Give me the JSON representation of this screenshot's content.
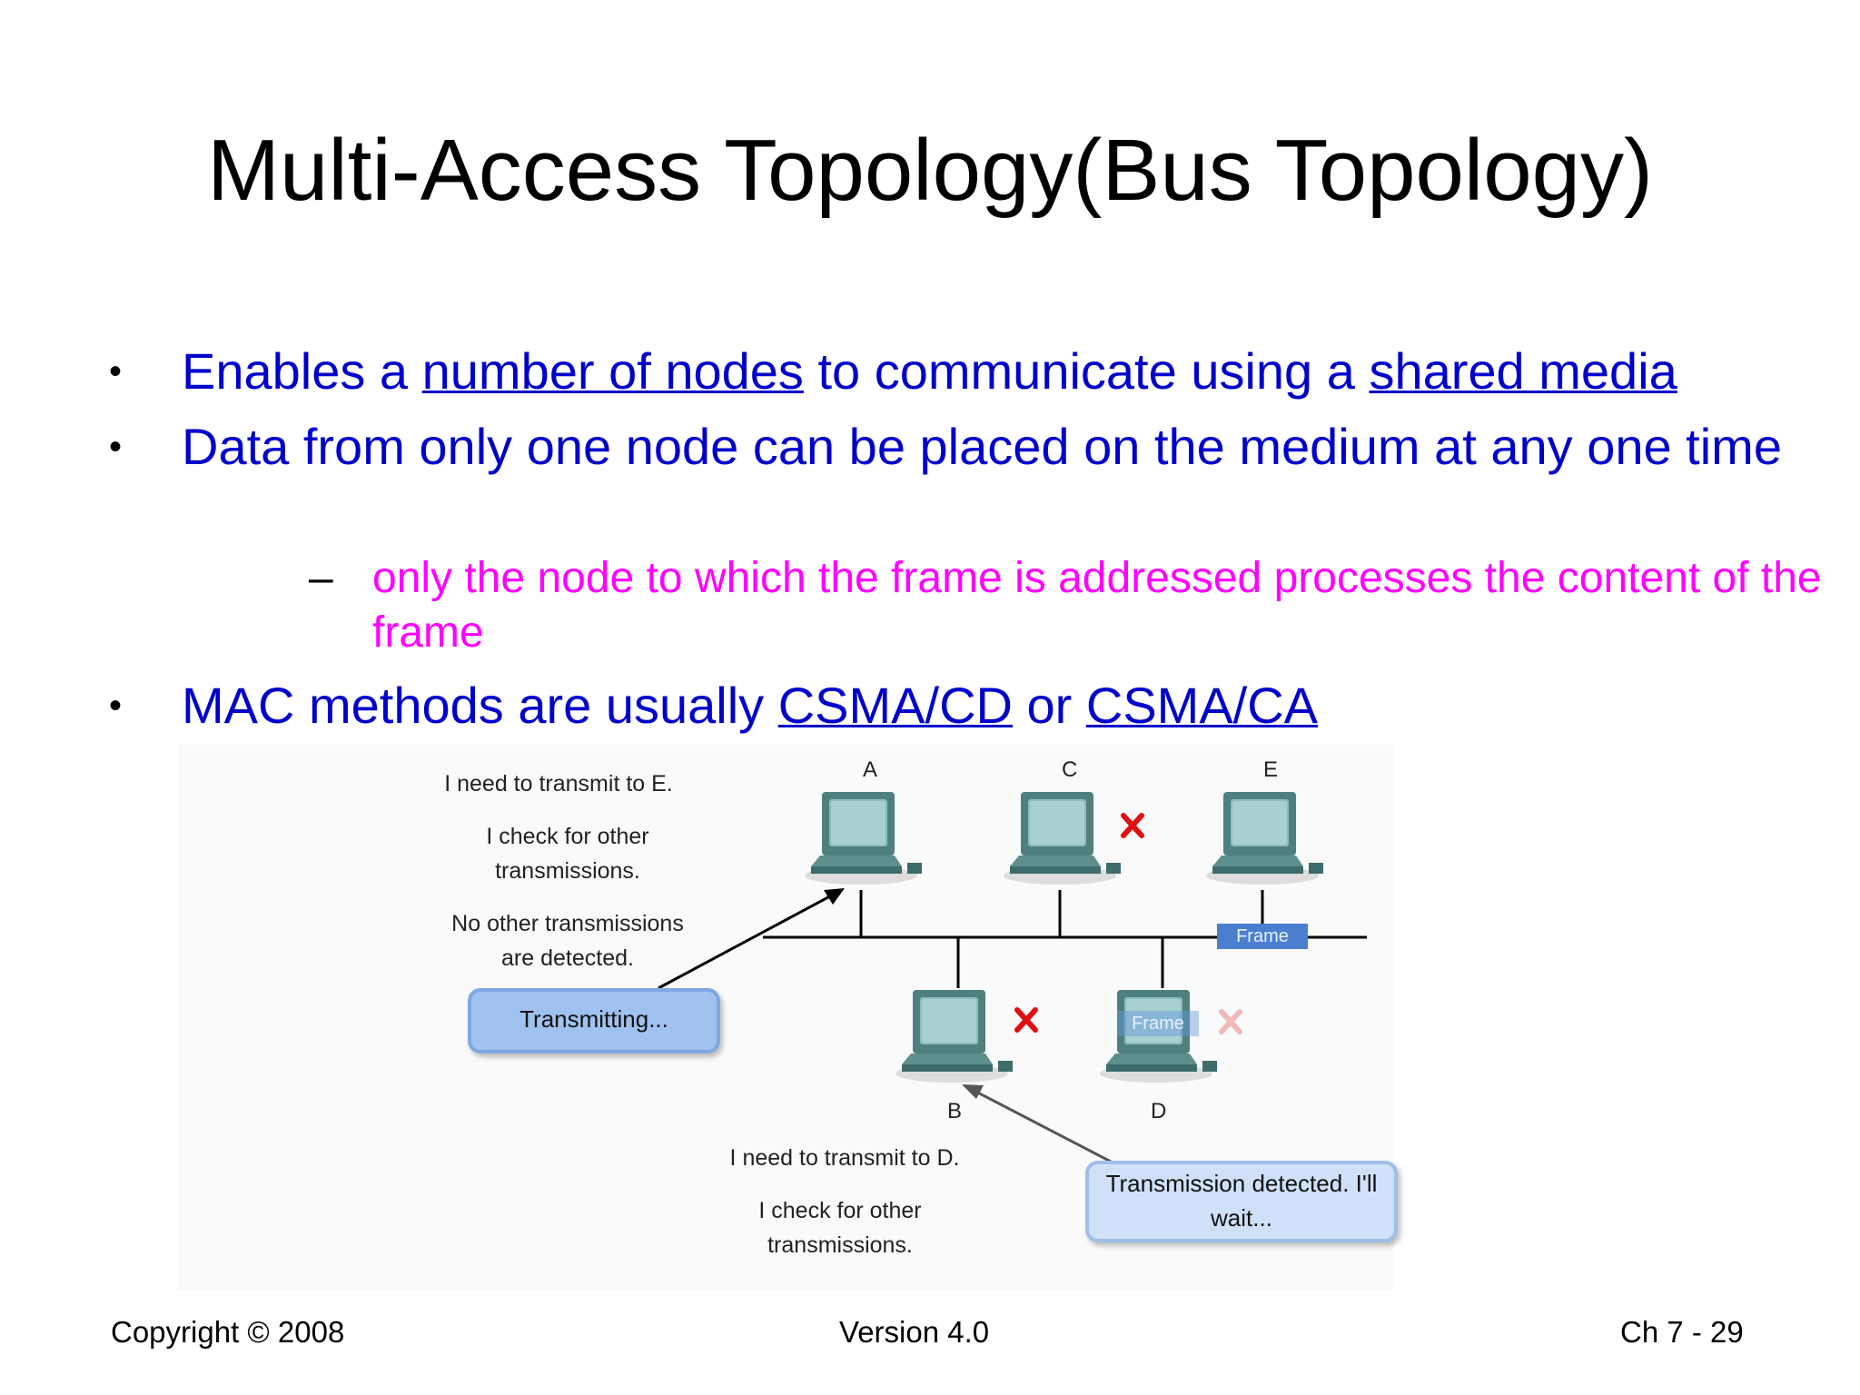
{
  "title": "Multi-Access Topology(Bus Topology)",
  "bullets": {
    "b1": {
      "pre": "Enables a ",
      "link1": "number of nodes",
      "mid": " to communicate using a ",
      "link2": "shared media"
    },
    "b2": {
      "text": "Data from only one node can be placed on the medium at any one time"
    },
    "sub1": {
      "text": "only the node to which the frame is addressed processes the content of the frame"
    },
    "b3": {
      "pre": "MAC methods are usually ",
      "link1": "CSMA/CD",
      "mid": " or ",
      "link2": "CSMA/CA"
    },
    "bullet_glyph": "•",
    "dash_glyph": "–"
  },
  "diagram": {
    "nodes": {
      "a": "A",
      "b": "B",
      "c": "C",
      "d": "D",
      "e": "E"
    },
    "left_text": {
      "line1": "I need to transmit to E.",
      "line2": "I check for other transmissions.",
      "line3": "No other transmissions are detected."
    },
    "transmitting": "Transmitting...",
    "bottom_text": {
      "line1": "I need to transmit to D.",
      "line2": "I check for other transmissions."
    },
    "detected": "Transmission detected. I'll wait...",
    "frame_label": "Frame",
    "icons": [
      "computer-icon",
      "red-x-icon",
      "arrow-icon"
    ],
    "colors": {
      "bus": "#000000",
      "monitor": "#5d8f8f",
      "x": "#e01010",
      "frame": "#4a7fd0",
      "callout": "#cfe0f8"
    }
  },
  "footer": {
    "copyright": "Copyright © 2008",
    "version": "Version 4.0",
    "page": "Ch 7 - 29"
  }
}
